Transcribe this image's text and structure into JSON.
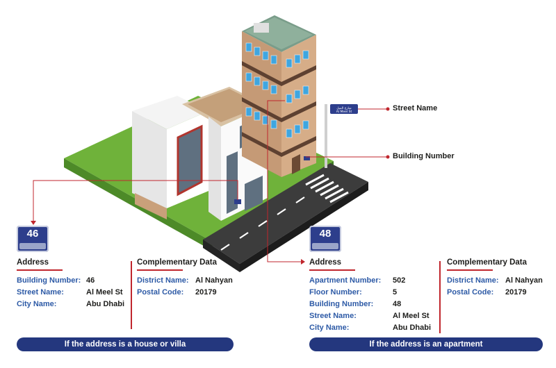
{
  "callouts": {
    "street_name": "Street Name",
    "building_number": "Building Number"
  },
  "street_sign": {
    "line1": "شارع الميل",
    "line2": "Al Meel St"
  },
  "building_plate_small": "48",
  "colors": {
    "accent_red": "#c0262d",
    "label_blue": "#2d5aa6",
    "navy": "#24377e",
    "plate_blue": "#2d3e8c"
  },
  "house": {
    "plate_number": "46",
    "address_title": "Address",
    "address_rows": [
      {
        "label": "Building Number:",
        "value": "46"
      },
      {
        "label": "Street Name:",
        "value": "Al Meel St"
      },
      {
        "label": "City Name:",
        "value": "Abu Dhabi"
      }
    ],
    "complementary_title": "Complementary Data",
    "complementary_rows": [
      {
        "label": "District Name:",
        "value": "Al Nahyan"
      },
      {
        "label": "Postal Code:",
        "value": "20179"
      }
    ],
    "banner": "If the address is a house or villa"
  },
  "apartment": {
    "plate_number": "48",
    "address_title": "Address",
    "address_rows": [
      {
        "label": "Apartment Number:",
        "value": "502"
      },
      {
        "label": "Floor Number:",
        "value": "5"
      },
      {
        "label": "Building Number:",
        "value": "48"
      },
      {
        "label": "Street Name:",
        "value": "Al Meel St"
      },
      {
        "label": "City Name:",
        "value": "Abu Dhabi"
      }
    ],
    "complementary_title": "Complementary Data",
    "complementary_rows": [
      {
        "label": "District Name:",
        "value": "Al Nahyan"
      },
      {
        "label": "Postal Code:",
        "value": "20179"
      }
    ],
    "banner": "If the address is an apartment"
  }
}
